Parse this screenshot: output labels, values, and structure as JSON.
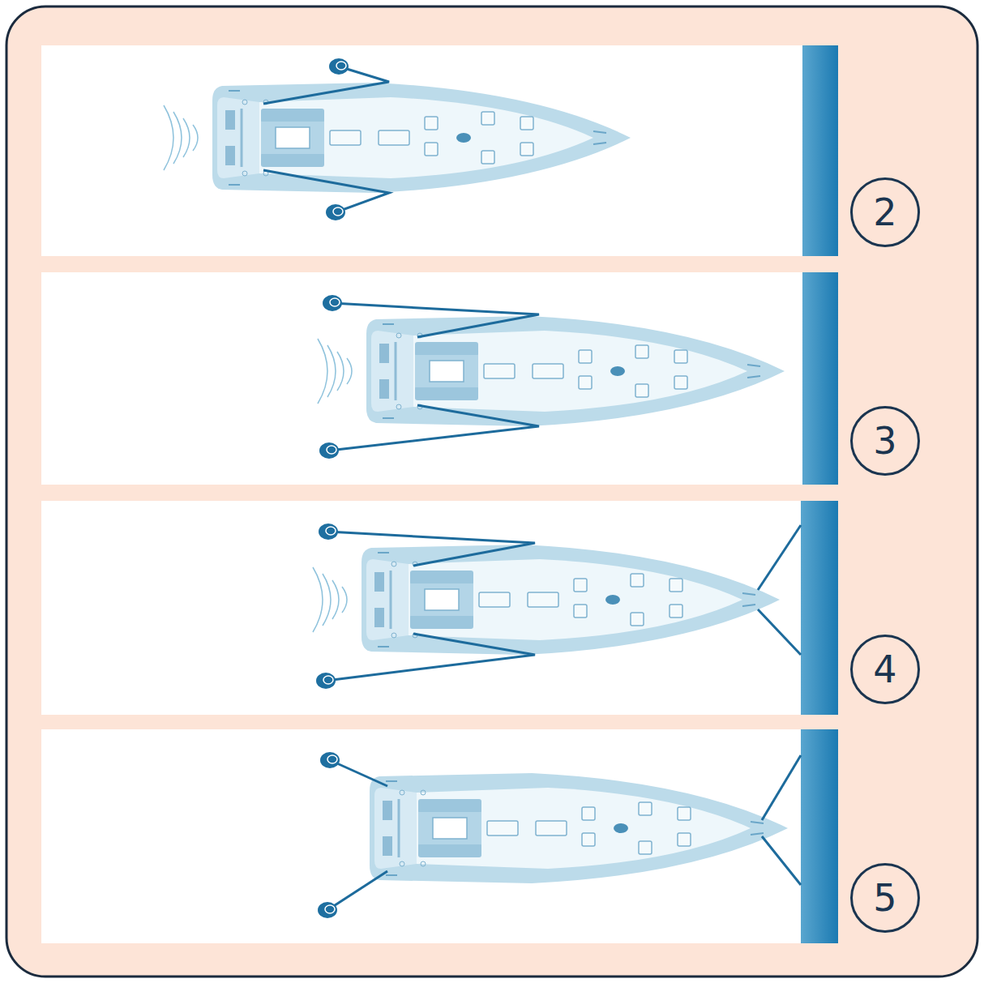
{
  "diagram": {
    "nodes": [
      {
        "text": [
          "2"
        ]
      },
      {
        "text": [
          "3"
        ]
      },
      {
        "text": [
          "4"
        ]
      },
      {
        "text": [
          "5"
        ]
      }
    ]
  }
}
